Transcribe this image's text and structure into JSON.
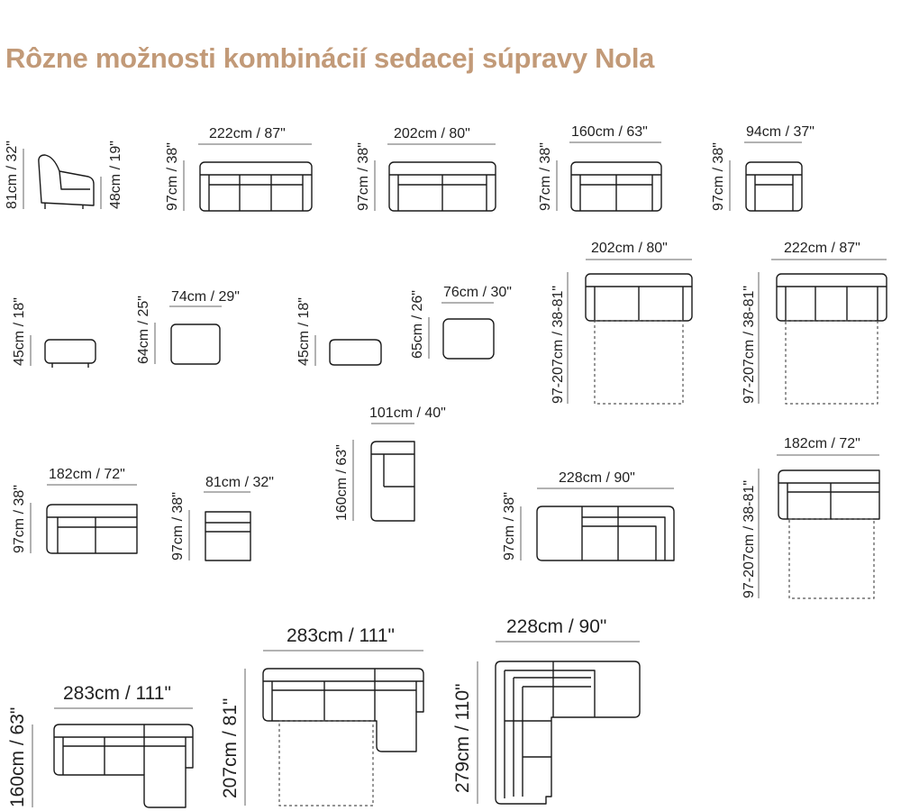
{
  "title": "Rôzne možnosti kombinácií sedacej súpravy Nola",
  "colors": {
    "title": "#c29a78",
    "lines": "#1a1a1a",
    "dashed": "#555555"
  },
  "labels": {
    "armchair_side_h": "81cm / 32\"",
    "armchair_side_seat": "48cm / 19\"",
    "sofa3_w": "222cm / 87\"",
    "sofa3_h": "97cm / 38\"",
    "sofa25_w": "202cm / 80\"",
    "sofa25_h": "97cm / 38\"",
    "sofa2_w": "160cm / 63\"",
    "sofa2_h": "97cm / 38\"",
    "chair_w": "94cm / 37\"",
    "chair_h": "97cm / 38\"",
    "pouf1_h": "45cm / 18\"",
    "pouf1_top_w": "74cm / 29\"",
    "pouf1_top_d": "64cm / 25\"",
    "pouf2_h": "45cm / 18\"",
    "pouf2_top_w": "76cm / 30\"",
    "pouf2_top_d": "65cm / 26\"",
    "bed202_w": "202cm / 80\"",
    "bed202_h": "97-207cm / 38-81\"",
    "bed222_w": "222cm / 87\"",
    "bed222_h": "97-207cm / 38-81\"",
    "mod182_w": "182cm / 72\"",
    "mod182_h": "97cm / 38\"",
    "mod81_w": "81cm / 32\"",
    "mod81_h": "97cm / 38\"",
    "chaise101_w": "101cm / 40\"",
    "chaise101_h": "160cm / 63\"",
    "corner228_w": "228cm / 90\"",
    "corner228_h": "97cm / 38\"",
    "bed182_w": "182cm / 72\"",
    "bed182_h": "97-207cm / 38-81\"",
    "l283_w": "283cm / 111\"",
    "l283_h": "160cm / 63\"",
    "lbed283_w": "283cm / 111\"",
    "lbed283_h": "207cm / 81\"",
    "corner_big_w": "228cm / 90\"",
    "corner_big_h": "279cm / 110\""
  }
}
